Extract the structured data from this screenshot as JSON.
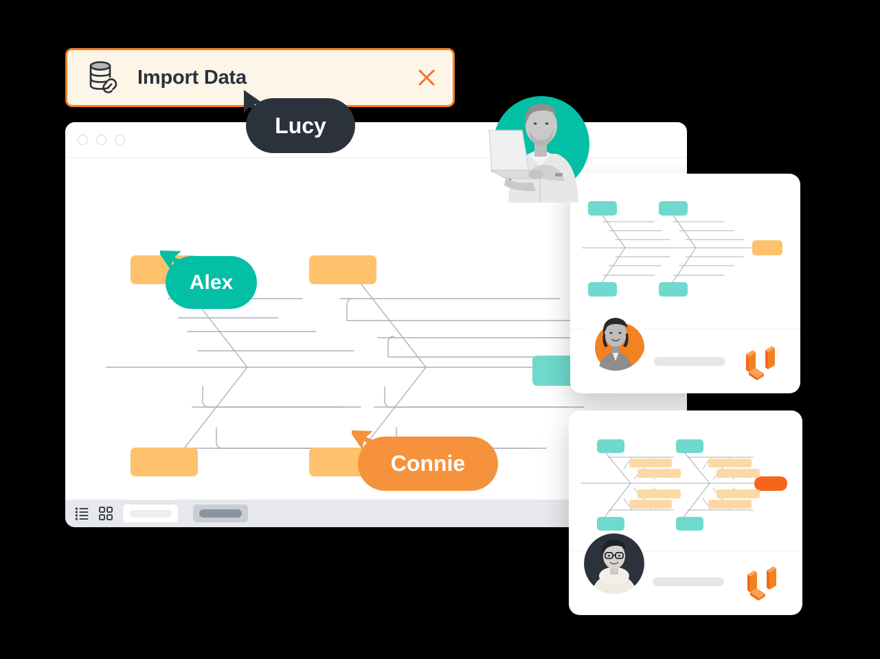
{
  "banner": {
    "title": "Import Data",
    "icon": "database-link-icon",
    "close_icon": "close-icon",
    "border_color": "#f57c20",
    "background_color": "#fdf5e7",
    "title_color": "#2b313b"
  },
  "window": {
    "traffic_lights": [
      "window-dot-1",
      "window-dot-2",
      "window-dot-3"
    ],
    "toolbar": {
      "list_view_icon": "list-view-icon",
      "grid_view_icon": "grid-view-icon",
      "zoom_slider": "zoom-slider",
      "scrollbar": "horizontal-scrollbar"
    }
  },
  "cursors": [
    {
      "name": "Lucy",
      "color": "#2c323c",
      "text_color": "#ffffff"
    },
    {
      "name": "Alex",
      "color": "#03bfa5",
      "text_color": "#ffffff"
    },
    {
      "name": "Connie",
      "color": "#f6923b",
      "text_color": "#ffffff"
    }
  ],
  "diagram": {
    "type": "fishbone",
    "spine_color": "#a9b0bc",
    "category_color": "#fdc26b",
    "effect_color": "#6fd9cd",
    "categories_top": [
      "category-top-left",
      "category-top-right"
    ],
    "categories_bottom": [
      "category-bottom-left",
      "category-bottom-right"
    ],
    "effect_node": "effect-node"
  },
  "preview_cards": [
    {
      "id": "card-one",
      "avatar": "avatar-woman-short-hair",
      "avatar_accent": "#f58220",
      "logo": "brand-cube-logo",
      "title_bar": "card-title-placeholder",
      "diagram": {
        "type": "fishbone",
        "bone_color": "#6fd9cd",
        "effect_color": "#fdc26b",
        "spine_color": "#a9b0bc"
      }
    },
    {
      "id": "card-two",
      "avatar": "avatar-woman-glasses",
      "avatar_accent": "#2c323c",
      "logo": "brand-cube-logo",
      "title_bar": "card-title-placeholder",
      "diagram": {
        "type": "fishbone",
        "bone_color": "#6fd9cd",
        "cause_color": "#fcd9a4",
        "effect_color": "#f4661b",
        "spine_color": "#a9b0bc"
      }
    }
  ],
  "people": {
    "top_user": "photo-man-with-laptop",
    "top_user_accent": "#03bfa5"
  }
}
